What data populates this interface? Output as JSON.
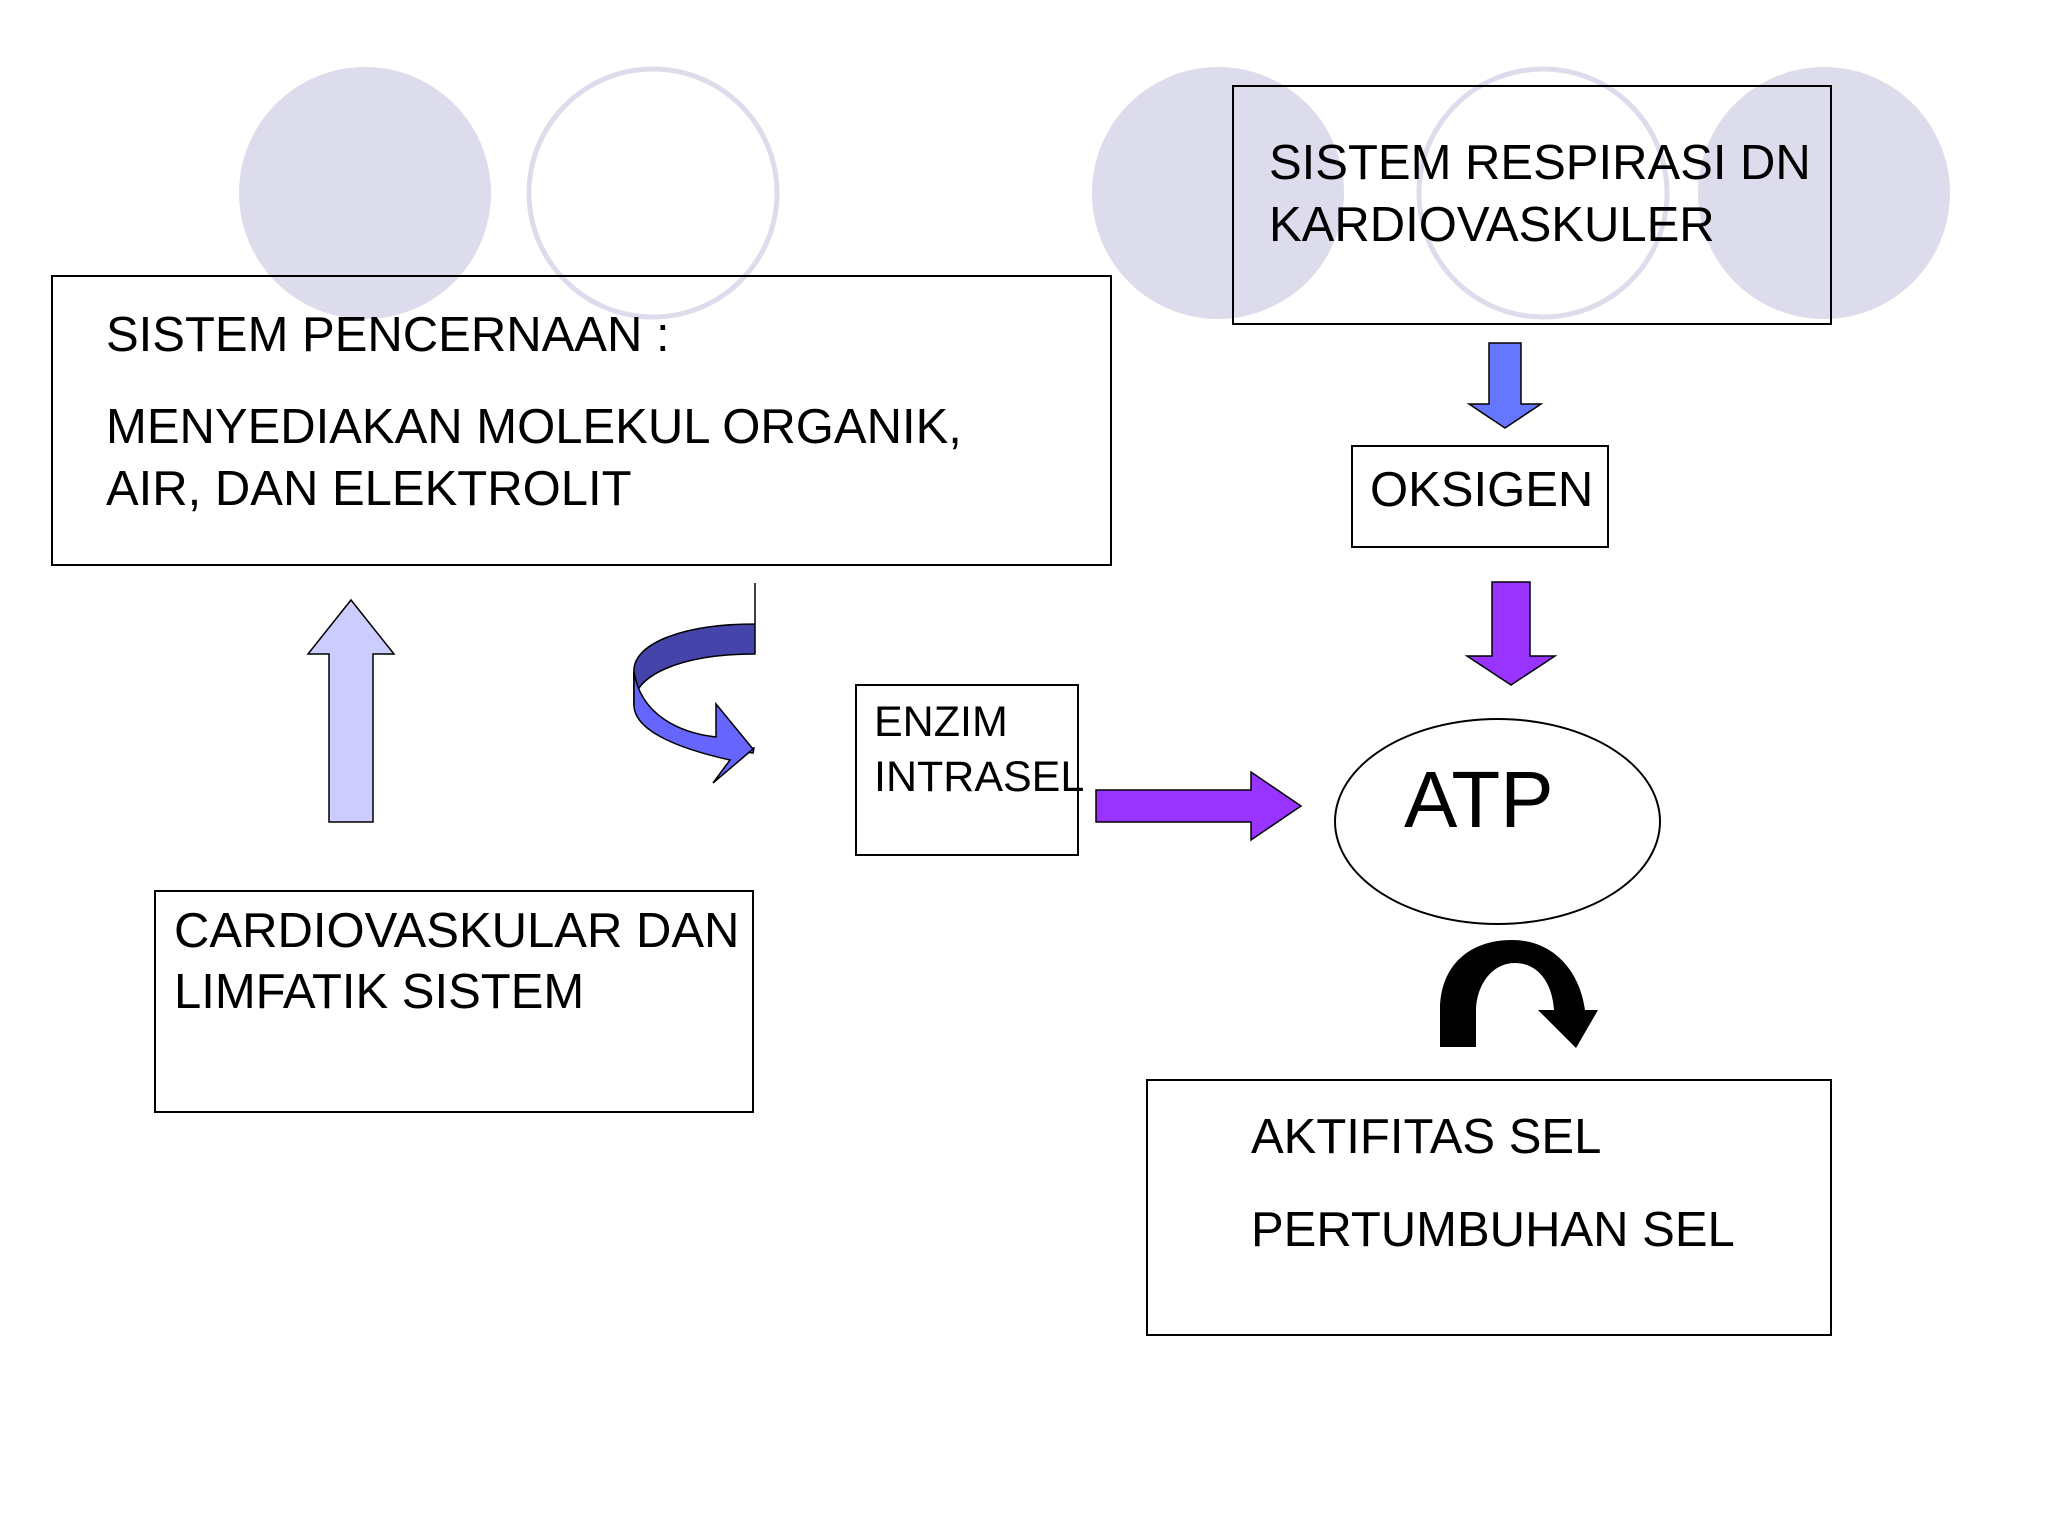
{
  "diagram": {
    "pencernaan": {
      "title": "SISTEM PENCERNAAN :",
      "line1": "MENYEDIAKAN MOLEKUL ORGANIK,",
      "line2": "AIR, DAN ELEKTROLIT"
    },
    "respirasi": {
      "line1": "SISTEM RESPIRASI DN",
      "line2": "KARDIOVASKULER"
    },
    "oksigen": "OKSIGEN",
    "enzim": {
      "line1": "ENZIM",
      "line2": "INTRASEL"
    },
    "atp": "ATP",
    "cardio": {
      "line1": "CARDIOVASKULAR DAN",
      "line2": "LIMFATIK SISTEM"
    },
    "aktivitas": {
      "line1": "AKTIFITAS SEL",
      "line2": "PERTUMBUHAN SEL"
    }
  },
  "colors": {
    "circle_fill": "#dcdcec",
    "circle_ring": "#dcdcec",
    "arrow_up_lavender": "#ccccff",
    "arrow_curved_blue": "#6666ff",
    "arrow_curved_blue_dark": "#4444aa",
    "arrow_down_blue": "#6677ff",
    "arrow_purple": "#9933ff",
    "arrow_black": "#000000"
  }
}
